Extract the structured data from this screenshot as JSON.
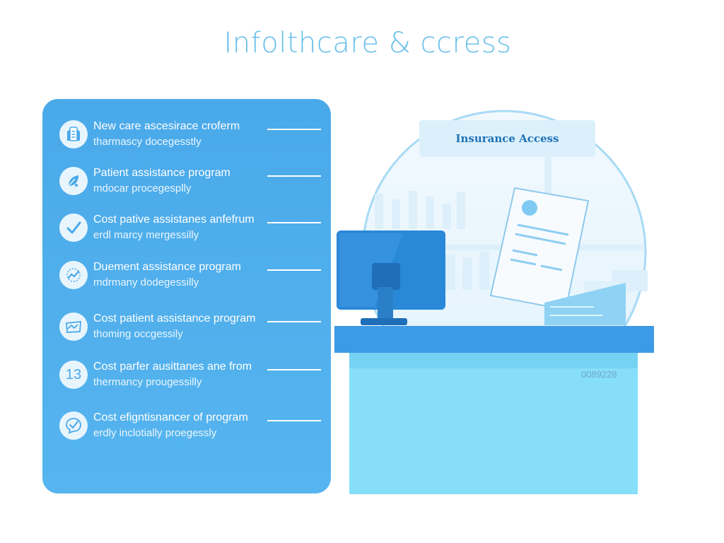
{
  "header": {
    "title": "Infolthcare & ccress"
  },
  "sidebar": {
    "items": [
      {
        "line1": "New care ascesirace croferm",
        "line2": "tharmascy docegesstly",
        "icon": "clipboard-icon"
      },
      {
        "line1": "Patient assistance program",
        "line2": "mdocar procegesplly",
        "icon": "leaf-icon"
      },
      {
        "line1": "Cost pative assistanes anfefrum",
        "line2": "erdl marcy mergessilly",
        "icon": "checkmark-icon"
      },
      {
        "line1": "Duement assistance program",
        "line2": "mdrmany dodegessilly",
        "icon": "trend-icon"
      },
      {
        "line1": "Cost patient assistance program",
        "line2": "thoming occgessily",
        "icon": "envelope-icon"
      },
      {
        "line1": "Cost parfer ausittanes ane from",
        "line2": "thermancy prougessilly",
        "icon": "number-icon"
      },
      {
        "line1": "Cost efigntisnancer of program",
        "line2": "erdly inclotially proegessly",
        "icon": "chat-check-icon"
      }
    ],
    "number_icon_text": "13"
  },
  "scene": {
    "label": "Insurance Access",
    "desk_number": "0089228"
  },
  "colors": {
    "title": "#6cc0ea",
    "panel": "#4aa9e9",
    "desk_top": "#3d9be6",
    "desk_front": "#86def9",
    "monitor": "#2a88d8",
    "label_text": "#1e73b8"
  }
}
